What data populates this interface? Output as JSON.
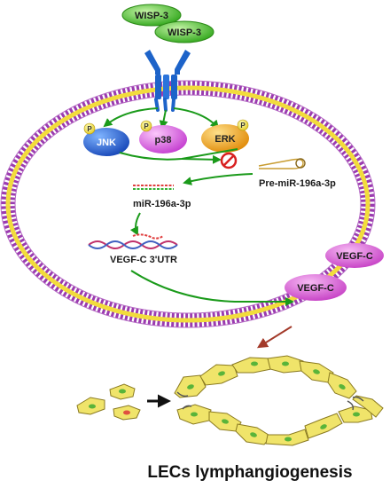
{
  "ligands": [
    "WISP-3",
    "WISP-3"
  ],
  "kinases": [
    {
      "label": "JNK",
      "phospho": "P",
      "color": "#1f5fd6"
    },
    {
      "label": "p38",
      "phospho": "P",
      "color": "#e060e6"
    },
    {
      "label": "ERK",
      "phospho": "P",
      "color": "#f1a316"
    }
  ],
  "rna": {
    "pre_mirna": "Pre-miR-196a-3p",
    "mirna": "miR-196a-3p",
    "target": "VEGF-C 3'UTR"
  },
  "secreted": [
    "VEGF-C",
    "VEGF-C"
  ],
  "outcome": "LECs lymphangiogenesis",
  "colors": {
    "ligand": "#34c21d",
    "receptor": "#1d63c9",
    "arrow": "#1a9a1a",
    "inhibit": "#d82020",
    "vegf": "#d94fd6",
    "membrane_lipid": "#9b3bb0",
    "membrane_core": "#f2dc3c",
    "cell": "#f0e46a",
    "nucleus": "#59b43a",
    "big_arrow": "#a33a2a"
  }
}
